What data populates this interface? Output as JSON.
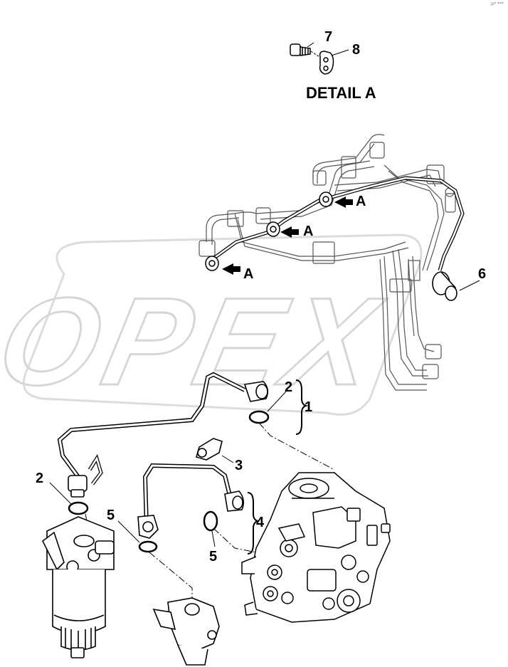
{
  "corner_mark": "p* ***",
  "watermark": {
    "text": "OPEX",
    "color": "#d8d8d8"
  },
  "detail": {
    "title": "DETAIL A"
  },
  "callouts": {
    "c7": "7",
    "c8": "8",
    "c6": "6",
    "c1": "1",
    "c2a": "2",
    "c2b": "2",
    "c3": "3",
    "c4": "4",
    "c5a": "5",
    "c5b": "5",
    "a1": "A",
    "a2": "A",
    "a3": "A"
  },
  "colors": {
    "line": "#000000",
    "ghost": "#c8c8c8"
  }
}
